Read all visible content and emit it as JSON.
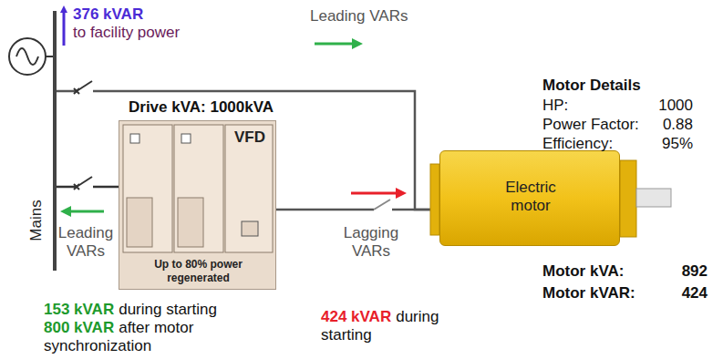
{
  "diagram": {
    "nodes": [
      {
        "text": [
          "Mains"
        ]
      },
      {
        "text": [
          "Drive kVA: 1000kVA",
          "VFD",
          "Up to 80% power regenerated"
        ]
      },
      {
        "text": [
          "Electric motor"
        ]
      }
    ],
    "edges": [
      {
        "from": 0,
        "to": 1,
        "arrow": "none"
      },
      {
        "from": 1,
        "to": 2,
        "arrow": "none"
      },
      {
        "from": 0,
        "to": 2,
        "arrow": "none"
      }
    ],
    "labels": [
      "376 kVAR",
      "to facility power",
      "Leading VARs",
      "Leading VARs",
      "Lagging VARs",
      "153 kVAR",
      "during starting",
      "800 kVAR",
      "after motor synchronization",
      "424 kVAR",
      "during starting",
      "Motor Details",
      "HP:",
      "1000",
      "Power Factor:",
      "0.88",
      "Efficiency:",
      "95%",
      "Motor kVA:",
      "892",
      "Motor kVAR:",
      "424"
    ]
  }
}
